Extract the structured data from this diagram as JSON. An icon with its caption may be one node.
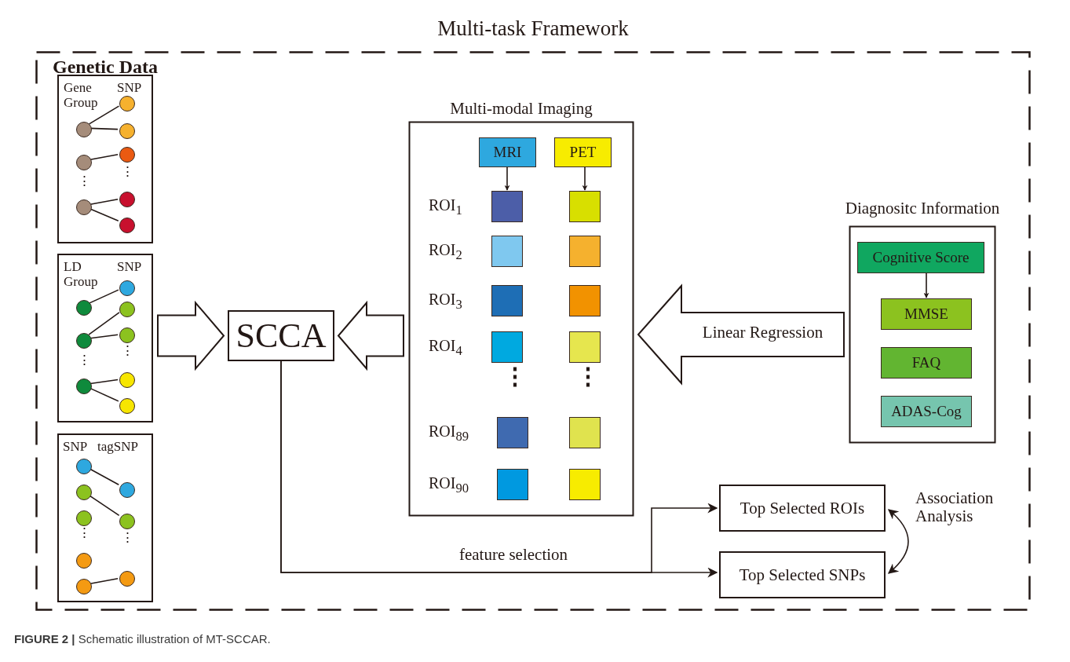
{
  "diagram": {
    "caption": "**FIGURE 2 |** Schematic illustration of MT-SCCAR.",
    "nodes": [
      {
        "text": [
          "Multi-task Framework"
        ]
      },
      {
        "text": [
          "Gene Group",
          "SNP"
        ],
        "in": 0
      },
      {
        "text": [],
        "shape": "circle",
        "in": 1
      },
      {
        "text": [],
        "shape": "circle",
        "in": 1
      },
      {
        "text": [],
        "shape": "circle",
        "in": 1
      },
      {
        "text": [],
        "shape": "circle",
        "in": 1
      },
      {
        "text": [],
        "shape": "circle",
        "in": 1
      },
      {
        "text": [],
        "shape": "circle",
        "in": 1
      },
      {
        "text": [],
        "shape": "circle",
        "in": 1
      },
      {
        "text": [],
        "shape": "circle",
        "in": 1
      },
      {
        "text": [
          "LD Group",
          "SNP"
        ],
        "in": 0
      },
      {
        "text": [],
        "shape": "circle",
        "in": 10
      },
      {
        "text": [],
        "shape": "circle",
        "in": 10
      },
      {
        "text": [],
        "shape": "circle",
        "in": 10
      },
      {
        "text": [],
        "shape": "circle",
        "in": 10
      },
      {
        "text": [],
        "shape": "circle",
        "in": 10
      },
      {
        "text": [],
        "shape": "circle",
        "in": 10
      },
      {
        "text": [],
        "shape": "circle",
        "in": 10
      },
      {
        "text": [],
        "shape": "circle",
        "in": 10
      },
      {
        "text": [
          "SNP",
          "tagSNP"
        ],
        "in": 0
      },
      {
        "text": [],
        "shape": "circle",
        "in": 19
      },
      {
        "text": [],
        "shape": "circle",
        "in": 19
      },
      {
        "text": [],
        "shape": "circle",
        "in": 19
      },
      {
        "text": [],
        "shape": "circle",
        "in": 19
      },
      {
        "text": [],
        "shape": "circle",
        "in": 19
      },
      {
        "text": [],
        "shape": "circle",
        "in": 19
      },
      {
        "text": [],
        "shape": "circle",
        "in": 19
      },
      {
        "text": [],
        "shape": "circle",
        "in": 19
      },
      {
        "text": [
          "SCCA"
        ],
        "in": 0
      },
      {
        "text": [
          "Multi-modal Imaging"
        ],
        "in": 0
      },
      {
        "text": [
          "MRI"
        ],
        "in": 29
      },
      {
        "text": [
          "PET"
        ],
        "in": 29
      },
      {
        "text": [],
        "shape": "box",
        "in": 29,
        "beside": [
          "ROI$_{1}$"
        ]
      },
      {
        "text": [],
        "shape": "box",
        "in": 29,
        "beside": [
          "ROI$_{2}$"
        ]
      },
      {
        "text": [],
        "shape": "box",
        "in": 29,
        "beside": [
          "ROI$_{3}$"
        ]
      },
      {
        "text": [],
        "shape": "box",
        "in": 29,
        "beside": [
          "ROI$_{4}$"
        ]
      },
      {
        "text": [],
        "shape": "box",
        "in": 29,
        "beside": [
          "ROI$_{89}$"
        ]
      },
      {
        "text": [],
        "shape": "box",
        "in": 29,
        "beside": [
          "ROI$_{90}$"
        ]
      },
      {
        "text": [],
        "shape": "box",
        "in": 29
      },
      {
        "text": [],
        "shape": "box",
        "in": 29
      },
      {
        "text": [],
        "shape": "box",
        "in": 29
      },
      {
        "text": [],
        "shape": "box",
        "in": 29
      },
      {
        "text": [],
        "shape": "box",
        "in": 29
      },
      {
        "text": [],
        "shape": "box",
        "in": 29
      },
      {
        "text": [
          "Diagnositc Information"
        ],
        "in": 0
      },
      {
        "text": [
          "Cognitive Score"
        ],
        "in": 44
      },
      {
        "text": [
          "MMSE"
        ],
        "in": 44
      },
      {
        "text": [
          "FAQ"
        ],
        "in": 44
      },
      {
        "text": [
          "ADAS-Cog"
        ],
        "in": 44
      },
      {
        "text": [
          "Top Selected ROIs"
        ],
        "in": 0
      },
      {
        "text": [
          "Top Selected SNPs"
        ],
        "in": 0
      }
    ],
    "edges": [
      {
        "from": 2,
        "to": 5,
        "arrow": "none"
      },
      {
        "from": 2,
        "to": 6,
        "arrow": "none"
      },
      {
        "from": 3,
        "to": 7,
        "arrow": "none"
      },
      {
        "from": 4,
        "to": 8,
        "arrow": "none"
      },
      {
        "from": 4,
        "to": 9,
        "arrow": "none"
      },
      {
        "from": 11,
        "to": 14,
        "arrow": "none"
      },
      {
        "from": 12,
        "to": 15,
        "arrow": "none"
      },
      {
        "from": 12,
        "to": 16,
        "arrow": "none"
      },
      {
        "from": 13,
        "to": 17,
        "arrow": "none"
      },
      {
        "from": 13,
        "to": 18,
        "arrow": "none"
      },
      {
        "from": 20,
        "to": 25,
        "arrow": "none"
      },
      {
        "from": 21,
        "to": 26,
        "arrow": "none"
      },
      {
        "from": 24,
        "to": 27,
        "arrow": "none"
      },
      {
        "from": 10,
        "to": 28,
        "arrow": "to",
        "style": "thick"
      },
      {
        "from": 29,
        "to": 28,
        "arrow": "to",
        "style": "thick"
      },
      {
        "from": 44,
        "to": 29,
        "arrow": "to",
        "style": "thick",
        "label": "Linear Regression"
      },
      {
        "from": 30,
        "to": 32,
        "arrow": "to"
      },
      {
        "from": 31,
        "to": 38,
        "arrow": "to"
      },
      {
        "from": 45,
        "to": 46,
        "arrow": "to"
      },
      {
        "from": 28,
        "to": 49,
        "arrow": "to"
      },
      {
        "from": 28,
        "to": 50,
        "arrow": "to",
        "label": "feature selection"
      },
      {
        "from": 49,
        "to": 50,
        "arrow": "both",
        "label": "Association Analysis"
      }
    ],
    "labels": [
      "Genetic Data",
      "⋮",
      "⋮",
      "⋮",
      "⋮",
      "⋮",
      "⋮",
      "⋮",
      "⋮"
    ]
  }
}
